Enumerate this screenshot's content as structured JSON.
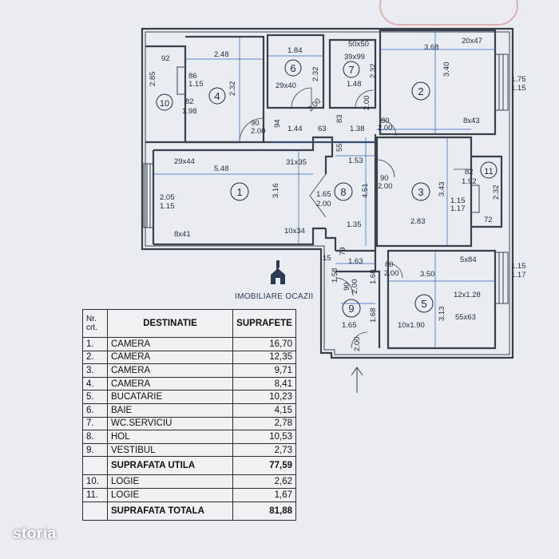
{
  "rooms": [
    {
      "n": "1"
    },
    {
      "n": "2"
    },
    {
      "n": "3"
    },
    {
      "n": "4"
    },
    {
      "n": "5"
    },
    {
      "n": "6"
    },
    {
      "n": "7"
    },
    {
      "n": "8"
    },
    {
      "n": "9"
    },
    {
      "n": "10"
    },
    {
      "n": "11"
    }
  ],
  "dims": {
    "d92": "92",
    "d248": "2.48",
    "d184": "1.84",
    "d5050": "50x50",
    "d3999": "39x99",
    "d368": "3.68",
    "d2047": "20x47",
    "d285": "2.85",
    "d86": "86",
    "d115a": "1.15",
    "d232a": "2.32",
    "d232b": "2.32",
    "d2940": "29x40",
    "d232c": "2.32",
    "d148": "1.48",
    "d340": "3.40",
    "d175": "1.75",
    "d115b": "1.15",
    "d82a": "82",
    "d198": "1.98",
    "d200a": "2.00",
    "d200b": "2.00",
    "d200c": "2.00",
    "d90a": "90",
    "d94": "94",
    "d144": "1.44",
    "d63": "63",
    "d83": "83",
    "d138": "1.38",
    "d80a": "80",
    "d200d": "2.00",
    "d843": "8x43",
    "d2944": "29x44",
    "d548": "5.48",
    "d3135": "31x35",
    "d55": "55",
    "d153": "1.53",
    "d90b": "90",
    "d200e": "2.00",
    "d343": "3.43",
    "d82b": "82",
    "d192": "1.92",
    "d232d": "2.32",
    "d205": "2.05",
    "d115c": "1.15",
    "d316": "3.16",
    "d165a": "1.65",
    "d200f": "2.00",
    "d451": "4.51",
    "d115d": "1.15",
    "d117a": "1.17",
    "d841": "8x41",
    "d1034": "10x34",
    "d135": "1.35",
    "d283": "2.83",
    "d72": "72",
    "d79": "79",
    "d15": "15",
    "d163": "1.63",
    "d80b": "80",
    "d200g": "2.00",
    "d584": "5x84",
    "d115e": "1.15",
    "d117b": "1.17",
    "d158": "1.58",
    "d168a": "1.68",
    "d350": "3.50",
    "d90c": "90",
    "d200h": "2.00",
    "d12128": "12x1.28",
    "d313": "3.13",
    "d168b": "1.68",
    "d101190": "10x1.90",
    "d5563": "55x63",
    "d165b": "1.65",
    "d200i": "2.00"
  },
  "table": {
    "header": {
      "nr": "Nr.\ncrt.",
      "dest": "DESTINATIE",
      "supr": "SUPRAFETE"
    },
    "rows": [
      {
        "nr": "1.",
        "dest": "CAMERA",
        "supr": "16,70"
      },
      {
        "nr": "2.",
        "dest": "CAMERA",
        "supr": "12,35"
      },
      {
        "nr": "3.",
        "dest": "CAMERA",
        "supr": "9,71"
      },
      {
        "nr": "4.",
        "dest": "CAMERA",
        "supr": "8,41"
      },
      {
        "nr": "5.",
        "dest": "BUCATARIE",
        "supr": "10,23"
      },
      {
        "nr": "6.",
        "dest": "BAIE",
        "supr": "4,15"
      },
      {
        "nr": "7.",
        "dest": "WC.SERVICIU",
        "supr": "2,78"
      },
      {
        "nr": "8.",
        "dest": "HOL",
        "supr": "10,53"
      },
      {
        "nr": "9.",
        "dest": "VESTIBUL",
        "supr": "2,73"
      }
    ],
    "util": {
      "label": "SUPRAFATA UTILA",
      "supr": "77,59"
    },
    "rows2": [
      {
        "nr": "10.",
        "dest": "LOGIE",
        "supr": "2,62"
      },
      {
        "nr": "11.",
        "dest": "LOGIE",
        "supr": "1,67"
      }
    ],
    "total": {
      "label": "SUPRAFATA TOTALA",
      "supr": "81,88"
    }
  },
  "branding": {
    "logo_text": "IMOBILIARE OCAZII",
    "watermark": "storia"
  },
  "colors": {
    "wall": "#3a3f4a",
    "dim": "#2a63b8",
    "paper": "#e9ecf1"
  }
}
